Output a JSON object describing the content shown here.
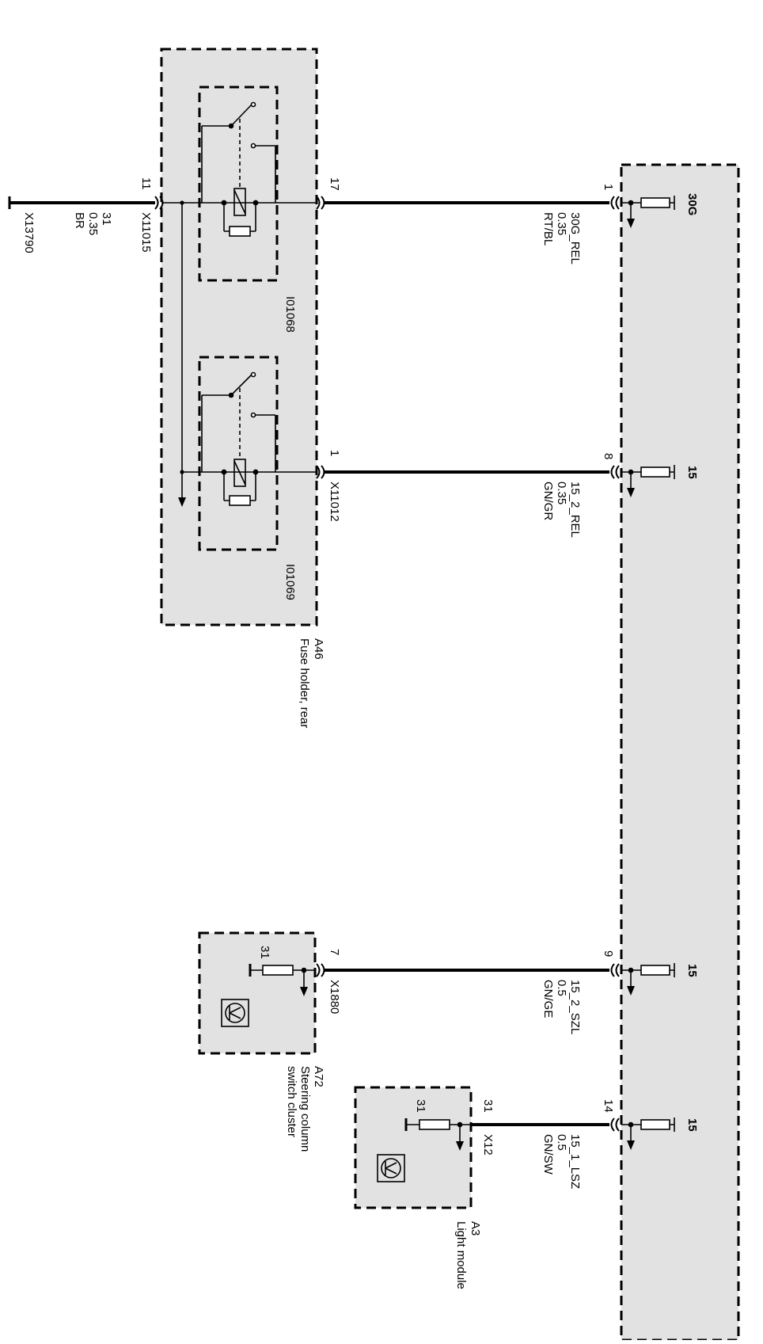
{
  "diagram": {
    "box_fill": "#e2e2e2",
    "line_color": "#000000",
    "ground_connector": {
      "id": "X13790",
      "wire": {
        "circuit": "31",
        "size": "0.35",
        "color": "BR"
      }
    },
    "fuse_holder": {
      "component": "A46",
      "name": "Fuse holder, rear",
      "input_connector": "X11015",
      "input_pin": "11",
      "output_connector": "X11012",
      "relays": [
        {
          "id": "I01068",
          "out_pin": "17"
        },
        {
          "id": "I01069",
          "out_pin": "1"
        }
      ]
    },
    "wires": [
      {
        "id": "w1",
        "pin_left": "17",
        "pin_right": "1",
        "name": "30G_REL",
        "size": "0.35",
        "color": "RT/BL",
        "terminal": "30G"
      },
      {
        "id": "w2",
        "pin_left": "1",
        "pin_right": "8",
        "name": "15_2_REL",
        "size": "0.35",
        "color": "GN/GR",
        "terminal": "15"
      },
      {
        "id": "w3",
        "pin_left": "7",
        "pin_right": "9",
        "name": "15_2_SZL",
        "size": "0.5",
        "color": "GN/GE",
        "terminal": "15"
      },
      {
        "id": "w4",
        "pin_left": "31",
        "pin_right": "14",
        "name": "15_1_LSZ",
        "size": "0.5",
        "color": "GN/SW",
        "terminal": "15"
      }
    ],
    "steering_column": {
      "component": "A72",
      "name_line1": "Steering column",
      "name_line2": "switch cluster",
      "connector": "X1880",
      "ground": "31"
    },
    "light_module": {
      "component": "A3",
      "name": "Light module",
      "connector": "X12",
      "ground": "31"
    }
  }
}
